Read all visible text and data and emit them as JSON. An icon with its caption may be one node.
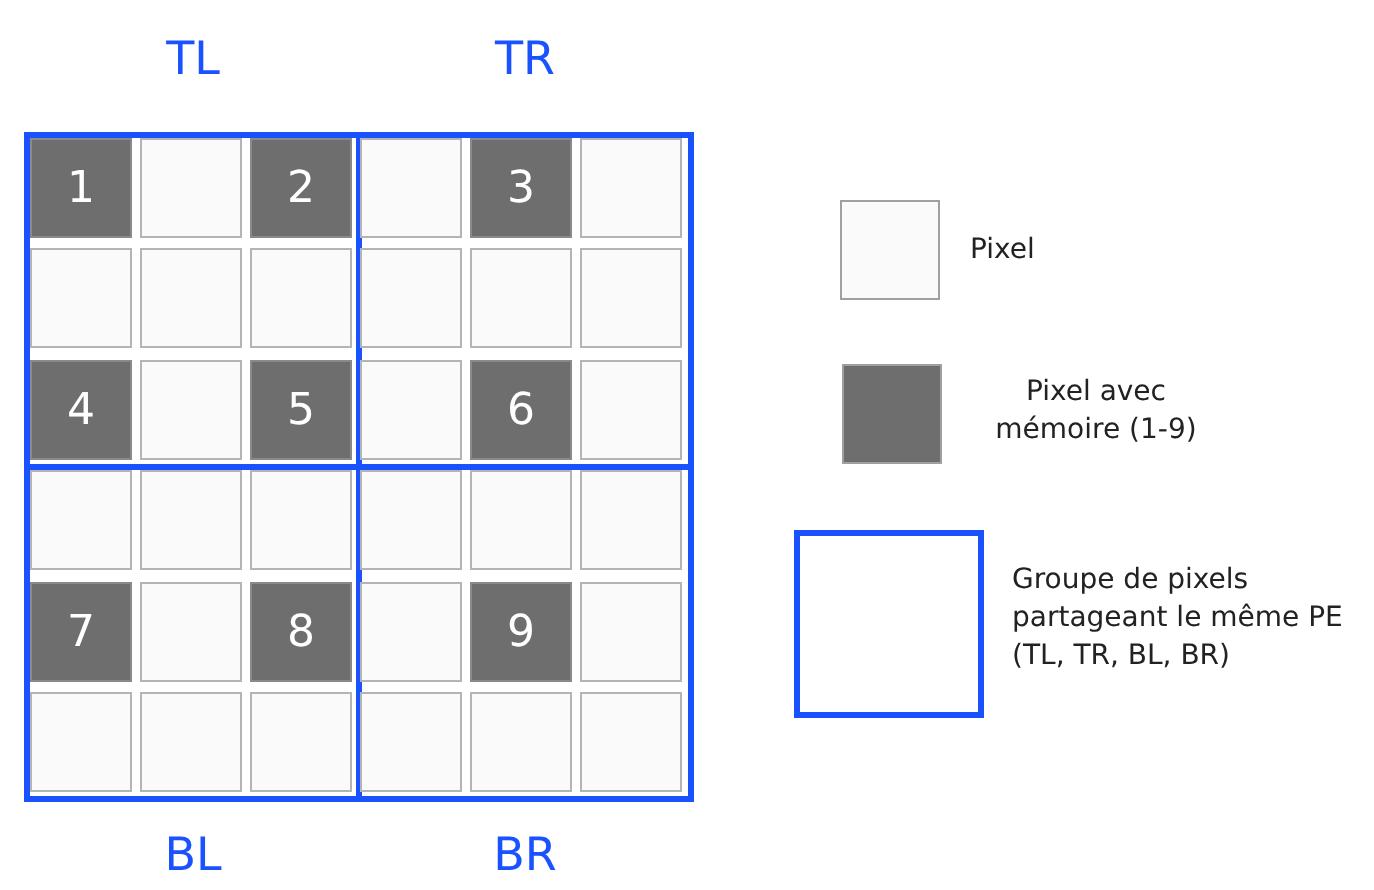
{
  "diagram": {
    "nodes": [
      {
        "text": [
          "TL"
        ]
      },
      {
        "text": [
          "TR"
        ]
      },
      {
        "text": [
          "BL"
        ]
      },
      {
        "text": [
          "BR"
        ]
      },
      {
        "text": [
          "1"
        ],
        "in": 0
      },
      {
        "text": [],
        "shape": "box",
        "in": 0
      },
      {
        "text": [
          "2"
        ],
        "in": 0
      },
      {
        "text": [],
        "shape": "box",
        "in": 1
      },
      {
        "text": [
          "3"
        ],
        "in": 1
      },
      {
        "text": [],
        "shape": "box",
        "in": 1
      },
      {
        "text": [],
        "shape": "box",
        "in": 0
      },
      {
        "text": [],
        "shape": "box",
        "in": 0
      },
      {
        "text": [],
        "shape": "box",
        "in": 0
      },
      {
        "text": [],
        "shape": "box",
        "in": 1
      },
      {
        "text": [],
        "shape": "box",
        "in": 1
      },
      {
        "text": [],
        "shape": "box",
        "in": 1
      },
      {
        "text": [
          "4"
        ],
        "in": 0
      },
      {
        "text": [],
        "shape": "box",
        "in": 0
      },
      {
        "text": [
          "5"
        ],
        "in": 0
      },
      {
        "text": [],
        "shape": "box",
        "in": 1
      },
      {
        "text": [
          "6"
        ],
        "in": 1
      },
      {
        "text": [],
        "shape": "box",
        "in": 1
      },
      {
        "text": [],
        "shape": "box",
        "in": 2
      },
      {
        "text": [],
        "shape": "box",
        "in": 2
      },
      {
        "text": [],
        "shape": "box",
        "in": 2
      },
      {
        "text": [],
        "shape": "box",
        "in": 3
      },
      {
        "text": [],
        "shape": "box",
        "in": 3
      },
      {
        "text": [],
        "shape": "box",
        "in": 3
      },
      {
        "text": [
          "7"
        ],
        "in": 2
      },
      {
        "text": [],
        "shape": "box",
        "in": 2
      },
      {
        "text": [
          "8"
        ],
        "in": 2
      },
      {
        "text": [],
        "shape": "box",
        "in": 3
      },
      {
        "text": [
          "9"
        ],
        "in": 3
      },
      {
        "text": [],
        "shape": "box",
        "in": 3
      },
      {
        "text": [],
        "shape": "box",
        "in": 2
      },
      {
        "text": [],
        "shape": "box",
        "in": 2
      },
      {
        "text": [],
        "shape": "box",
        "in": 2
      },
      {
        "text": [],
        "shape": "box",
        "in": 3
      },
      {
        "text": [],
        "shape": "box",
        "in": 3
      },
      {
        "text": [],
        "shape": "box",
        "in": 3
      }
    ],
    "legend": [
      {
        "text": "Pixel",
        "color": "#fafafa"
      },
      {
        "text": "Pixel avec mémoire (1-9)",
        "color": "#6e6e6e"
      },
      {
        "text": "Groupe de pixels partageant le même PE (TL, TR, BL, BR)"
      }
    ]
  }
}
